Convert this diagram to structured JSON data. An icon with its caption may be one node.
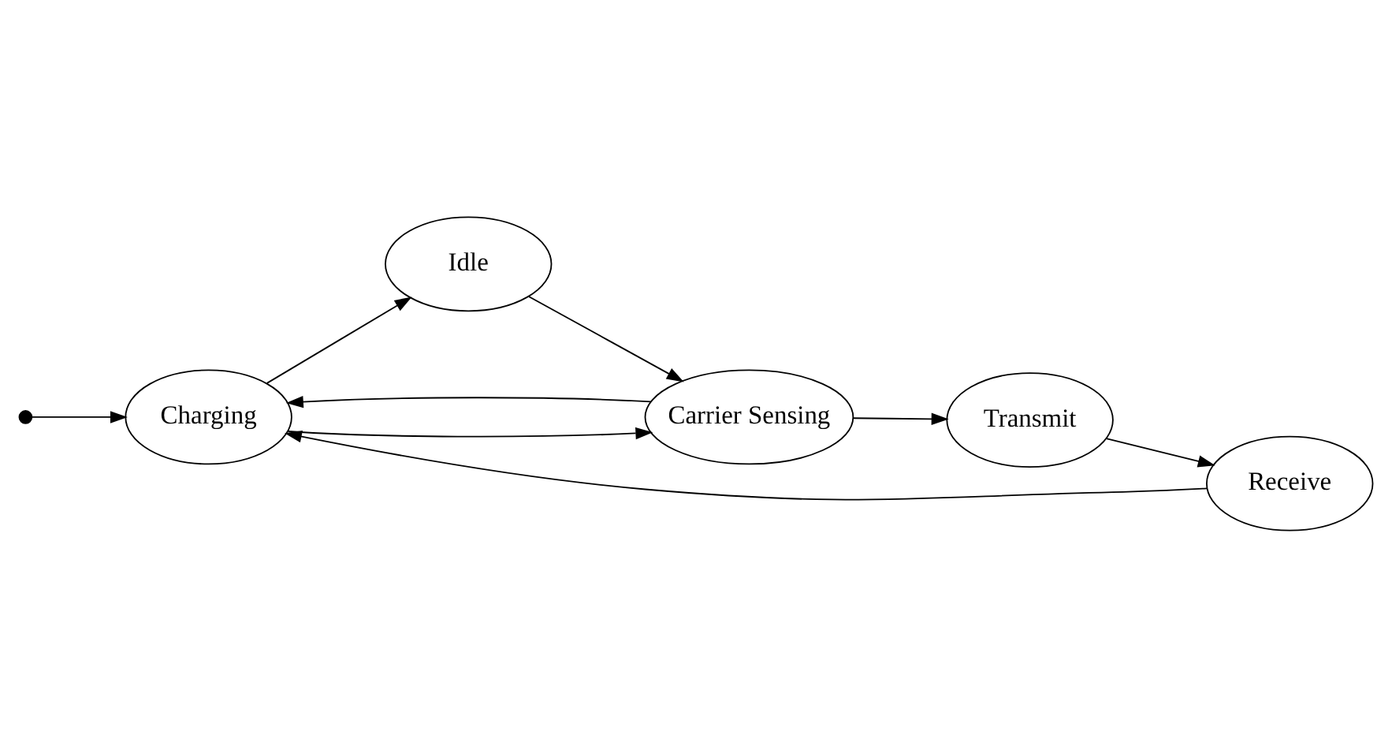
{
  "diagram": {
    "nodes": [
      {
        "text": [],
        "shape": "circle"
      },
      {
        "text": [
          "Charging"
        ]
      },
      {
        "text": [
          "Idle"
        ]
      },
      {
        "text": [
          "Carrier Sensing"
        ]
      },
      {
        "text": [
          "Transmit"
        ]
      },
      {
        "text": [
          "Receive"
        ]
      }
    ],
    "edges": [
      {
        "from": 0,
        "to": 1,
        "arrow": "to"
      },
      {
        "from": 1,
        "to": 2,
        "arrow": "to"
      },
      {
        "from": 2,
        "to": 3,
        "arrow": "to"
      },
      {
        "from": 1,
        "to": 3,
        "arrow": "to"
      },
      {
        "from": 3,
        "to": 1,
        "arrow": "to"
      },
      {
        "from": 3,
        "to": 4,
        "arrow": "to"
      },
      {
        "from": 4,
        "to": 5,
        "arrow": "to"
      },
      {
        "from": 5,
        "to": 1,
        "arrow": "to"
      }
    ]
  }
}
